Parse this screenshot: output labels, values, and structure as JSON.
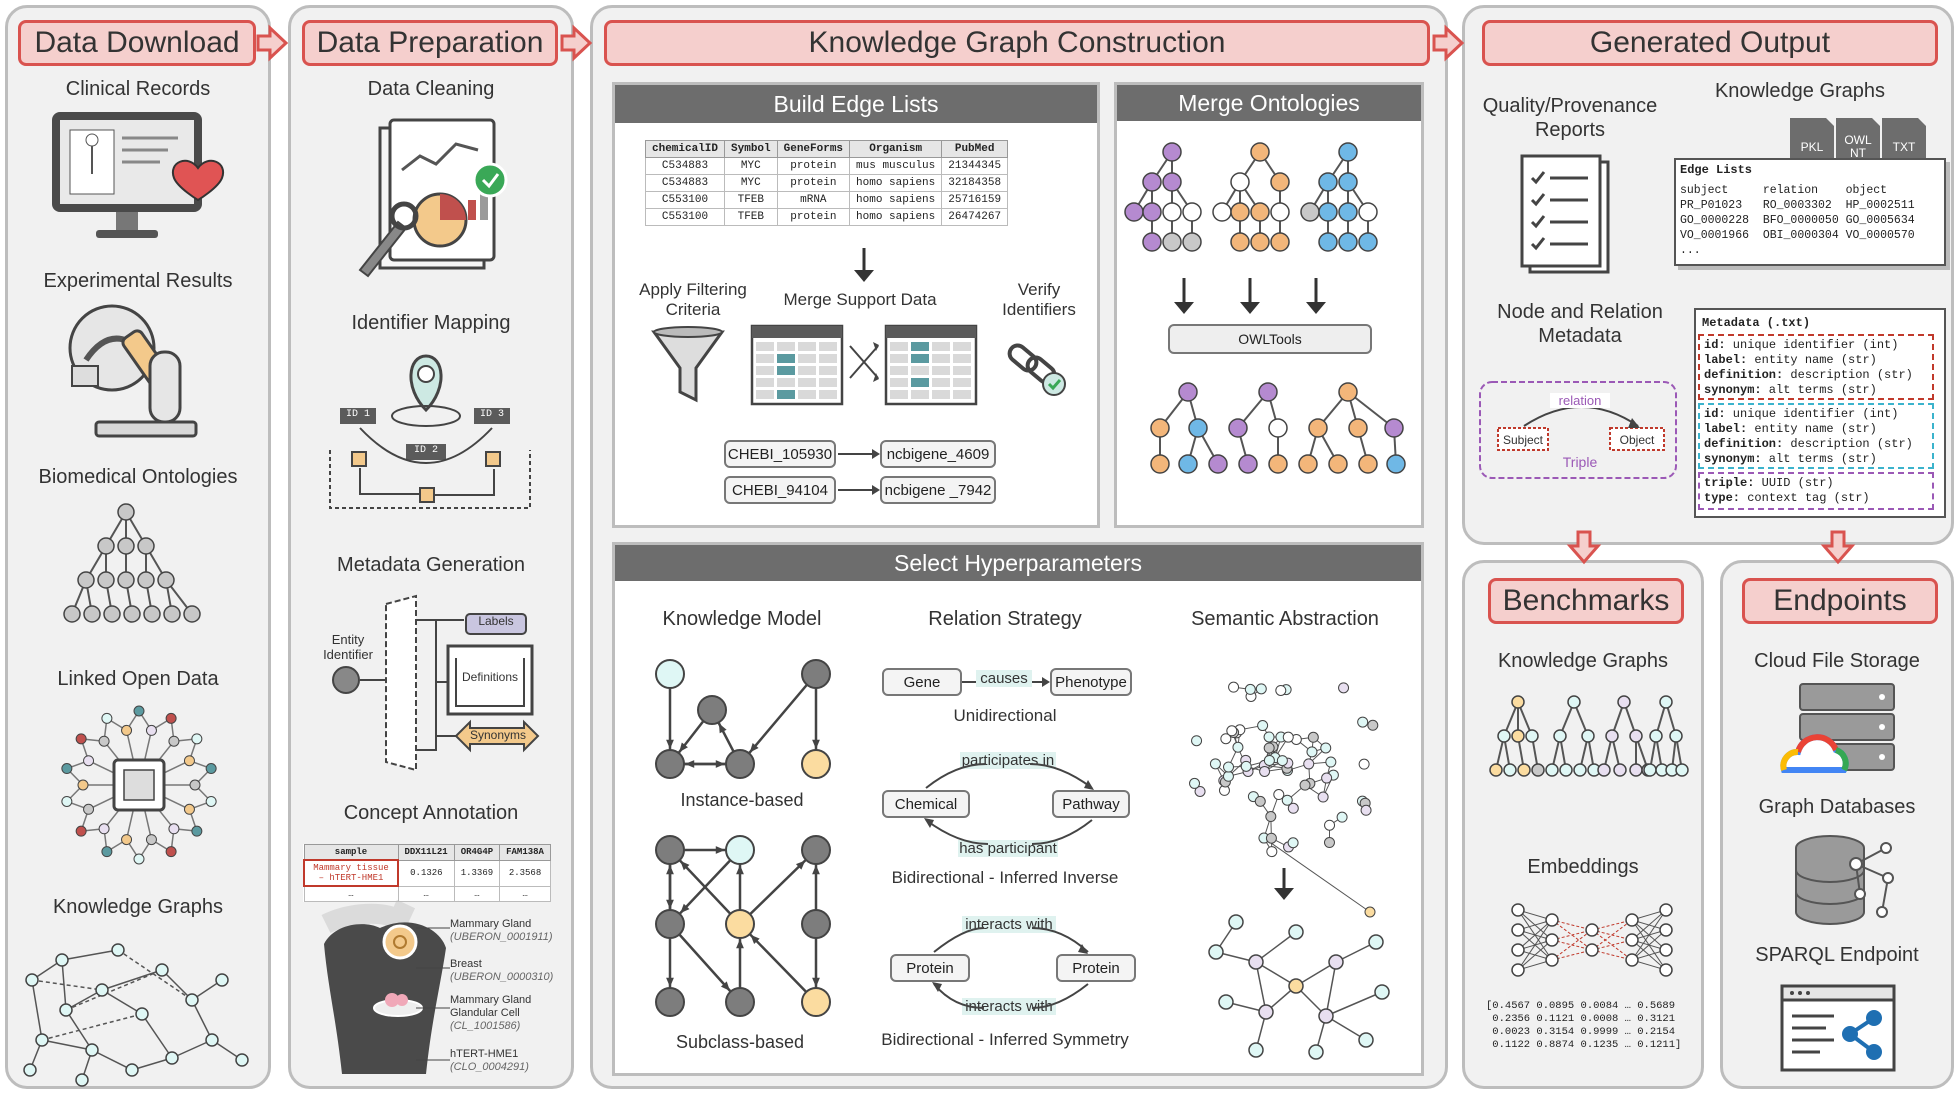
{
  "sections": {
    "download": "Data Download",
    "preparation": "Data Preparation",
    "kg": "Knowledge Graph Construction",
    "output": "Generated Output",
    "benchmarks": "Benchmarks",
    "endpoints": "Endpoints"
  },
  "download_items": [
    "Clinical Records",
    "Experimental Results",
    "Biomedical Ontologies",
    "Linked Open Data",
    "Knowledge Graphs"
  ],
  "prep_items": [
    "Data Cleaning",
    "Identifier Mapping",
    "Metadata Generation",
    "Concept Annotation"
  ],
  "id_mapping": {
    "id1": "ID 1",
    "id2": "ID 2",
    "id3": "ID 3"
  },
  "metadata_gen": {
    "entity": "Entity\nIdentifier",
    "labels": "Labels",
    "definitions": "Definitions",
    "synonyms": "Synonyms"
  },
  "annotation": {
    "headers": [
      "sample",
      "DDX11L21",
      "OR4G4P",
      "FAM138A"
    ],
    "row": [
      "Mammary tissue – hTERT-HME1",
      "0.1326",
      "1.3369",
      "2.3568"
    ],
    "more": [
      "…",
      "…",
      "…",
      "…"
    ],
    "terms": [
      {
        "name": "Mammary Gland",
        "id": "(UBERON_0001911)"
      },
      {
        "name": "Breast",
        "id": "(UBERON_0000310)"
      },
      {
        "name": "Mammary Gland Glandular Cell",
        "id": "(CL_1001586)"
      },
      {
        "name": "hTERT-HME1",
        "id": "(CLO_0004291)"
      }
    ]
  },
  "edge_lists": {
    "title": "Build Edge Lists",
    "headers": [
      "chemicalID",
      "Symbol",
      "GeneForms",
      "Organism",
      "PubMed"
    ],
    "rows": [
      [
        "C534883",
        "MYC",
        "protein",
        "mus musculus",
        "21344345"
      ],
      [
        "C534883",
        "MYC",
        "protein",
        "homo sapiens",
        "32184358"
      ],
      [
        "C553100",
        "TFEB",
        "mRNA",
        "homo sapiens",
        "25716159"
      ],
      [
        "C553100",
        "TFEB",
        "protein",
        "homo sapiens",
        "26474267"
      ]
    ],
    "filter": "Apply Filtering Criteria",
    "merge": "Merge Support Data",
    "verify": "Verify Identifiers",
    "pairs": [
      [
        "CHEBI_105930",
        "ncbigene_4609"
      ],
      [
        "CHEBI_94104",
        "ncbigene _7942"
      ]
    ]
  },
  "merge_ontologies": {
    "title": "Merge Ontologies",
    "tool": "OWLTools"
  },
  "hyperparams": {
    "title": "Select Hyperparameters",
    "knowledge_model": "Knowledge Model",
    "instance": "Instance-based",
    "subclass": "Subclass-based",
    "relation_strategy": "Relation Strategy",
    "uni": {
      "a": "Gene",
      "rel": "causes",
      "b": "Phenotype",
      "label": "Unidirectional"
    },
    "bi_inverse": {
      "a": "Chemical",
      "b": "Pathway",
      "top": "participates in",
      "bottom": "has participant",
      "label": "Bidirectional - Inferred Inverse"
    },
    "bi_sym": {
      "a": "Protein",
      "b": "Protein",
      "top": "interacts with",
      "bottom": "interacts with",
      "label": "Bidirectional - Inferred Symmetry"
    },
    "semantic": "Semantic Abstraction"
  },
  "output": {
    "reports": "Quality/Provenance Reports",
    "kgs": "Knowledge Graphs",
    "formats": [
      "PKL",
      "OWL NT",
      "TXT"
    ],
    "edge_title": "Edge Lists",
    "edge_text": "subject     relation    object\nPR_P01023   RO_0003302  HP_0002511\nGO_0000228  BFO_0000050 GO_0005634\nVO_0001966  OBI_0000304 VO_0000570\n...",
    "node_meta": "Node and Relation Metadata",
    "relation": "relation",
    "subject": "Subject",
    "object": "Object",
    "triple": "Triple",
    "meta_title": "Metadata (.txt)",
    "meta_block1": [
      [
        "id:",
        " unique identifier (int)"
      ],
      [
        "label:",
        " entity name (str)"
      ],
      [
        "definition:",
        " description (str)"
      ],
      [
        "synonym:",
        " alt terms (str)"
      ]
    ],
    "meta_block2": [
      [
        "id:",
        " unique identifier (int)"
      ],
      [
        "label:",
        " entity name (str)"
      ],
      [
        "definition:",
        " description (str)"
      ],
      [
        "synonym:",
        " alt terms (str)"
      ]
    ],
    "meta_block3": [
      [
        "triple:",
        " UUID (str)"
      ],
      [
        "type:",
        " context tag (str)"
      ]
    ]
  },
  "benchmarks": {
    "kgs": "Knowledge Graphs",
    "emb": "Embeddings",
    "matrix": "[0.4567 0.0895 0.0084 … 0.5689\n 0.2356 0.1121 0.0008 … 0.3121\n 0.0023 0.3154 0.9999 … 0.2154\n 0.1122 0.8874 0.1235 … 0.1211]"
  },
  "endpoints": {
    "cloud": "Cloud File Storage",
    "graph": "Graph Databases",
    "sparql": "SPARQL Endpoint"
  }
}
